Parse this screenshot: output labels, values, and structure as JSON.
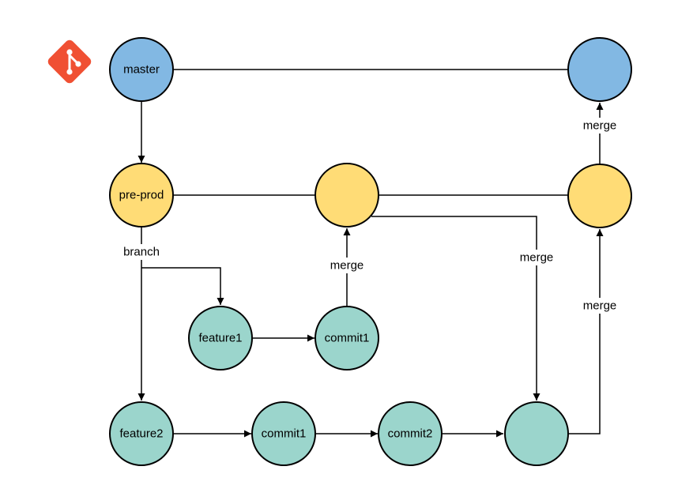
{
  "colors": {
    "master": "#82b8e3",
    "preprod": "#ffdc76",
    "feature": "#9bd5cc",
    "git_logo": "#f05033"
  },
  "logo": {
    "icon": "git-logo-icon"
  },
  "nodes": {
    "master": {
      "label": "master"
    },
    "master_merge": {
      "label": ""
    },
    "preprod": {
      "label": "pre-prod"
    },
    "preprod_merge1": {
      "label": ""
    },
    "preprod_merge2": {
      "label": ""
    },
    "feature1": {
      "label": "feature1"
    },
    "f1_commit1": {
      "label": "commit1"
    },
    "feature2": {
      "label": "feature2"
    },
    "f2_commit1": {
      "label": "commit1"
    },
    "f2_commit2": {
      "label": "commit2"
    },
    "f2_merge": {
      "label": ""
    }
  },
  "edges": {
    "branch": "branch",
    "merge_f1": "merge",
    "merge_pp_to_f2": "merge",
    "merge_f2_to_pp": "merge",
    "merge_pp_to_master": "merge"
  }
}
